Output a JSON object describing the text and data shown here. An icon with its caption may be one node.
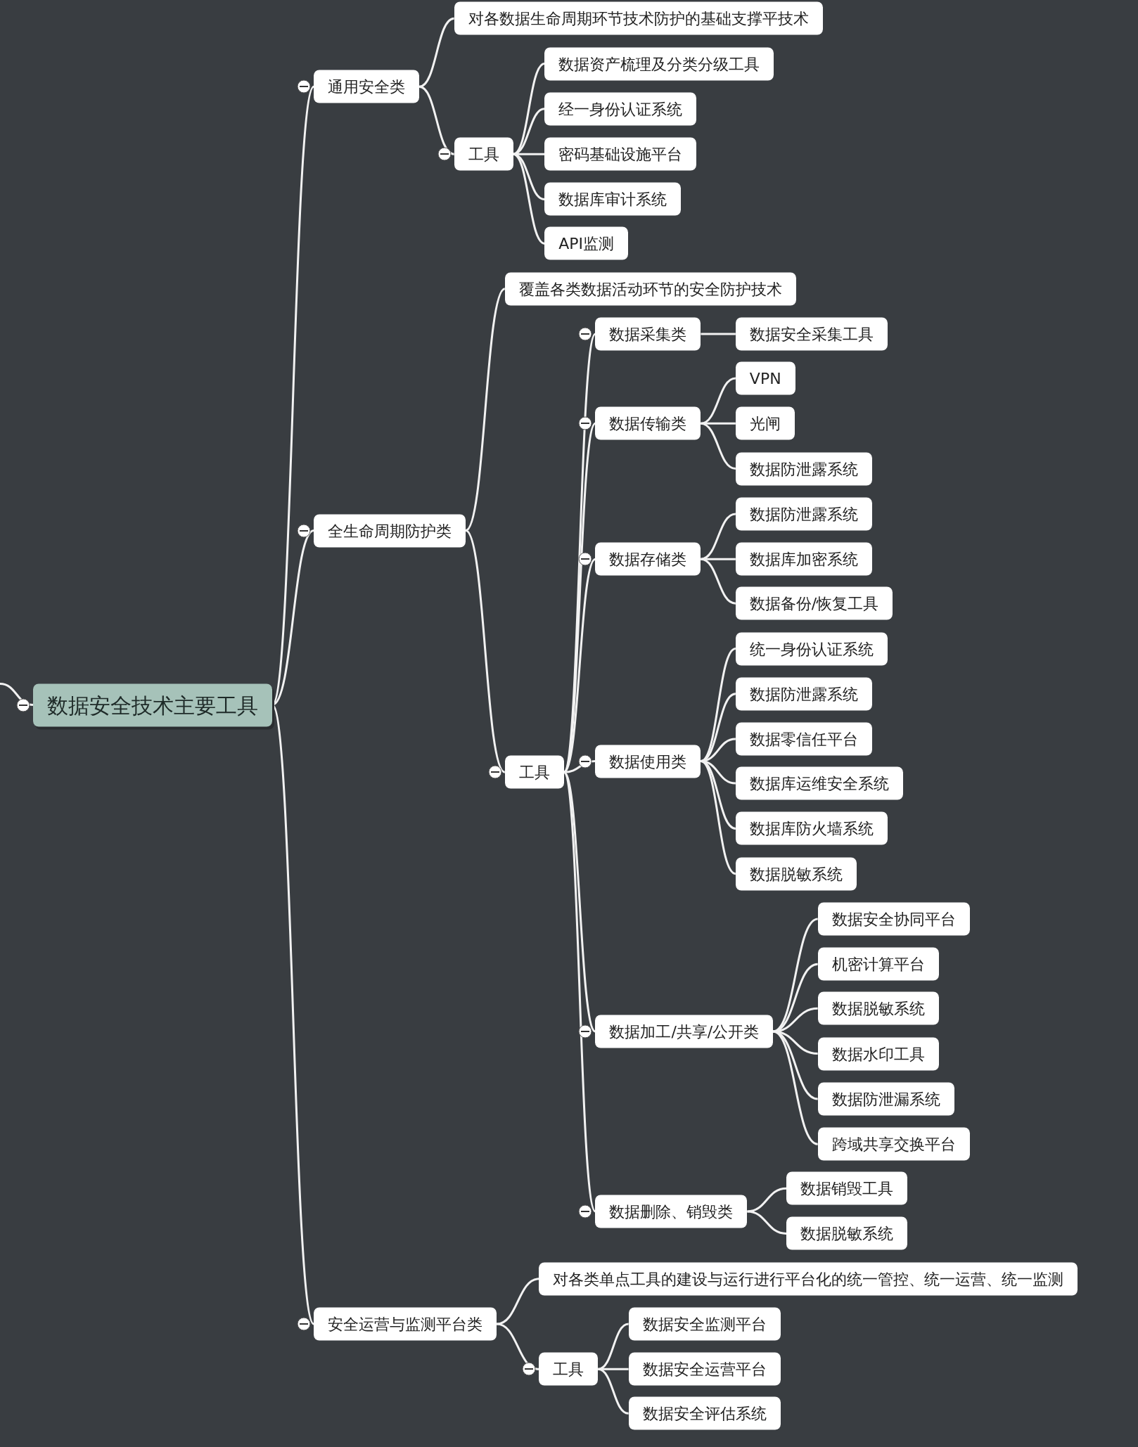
{
  "diagram": {
    "nodes": [
      {
        "text": [
          "数据安全技术主要工具"
        ]
      },
      {
        "text": [
          "通用安全类"
        ]
      },
      {
        "text": [
          "对各数据生命周期环节技术防护的基础支撑平技术"
        ]
      },
      {
        "text": [
          "工具"
        ]
      },
      {
        "text": [
          "数据资产梳理及分类分级工具"
        ]
      },
      {
        "text": [
          "经一身份认证系统"
        ]
      },
      {
        "text": [
          "密码基础设施平台"
        ]
      },
      {
        "text": [
          "数据库审计系统"
        ]
      },
      {
        "text": [
          "API监测"
        ]
      },
      {
        "text": [
          "全生命周期防护类"
        ]
      },
      {
        "text": [
          "覆盖各类数据活动环节的安全防护技术"
        ]
      },
      {
        "text": [
          "工具"
        ]
      },
      {
        "text": [
          "数据采集类"
        ]
      },
      {
        "text": [
          "数据安全采集工具"
        ]
      },
      {
        "text": [
          "数据传输类"
        ]
      },
      {
        "text": [
          "VPN"
        ]
      },
      {
        "text": [
          "光闸"
        ]
      },
      {
        "text": [
          "数据防泄露系统"
        ]
      },
      {
        "text": [
          "数据存储类"
        ]
      },
      {
        "text": [
          "数据防泄露系统"
        ]
      },
      {
        "text": [
          "数据库加密系统"
        ]
      },
      {
        "text": [
          "数据备份/恢复工具"
        ]
      },
      {
        "text": [
          "数据使用类"
        ]
      },
      {
        "text": [
          "统一身份认证系统"
        ]
      },
      {
        "text": [
          "数据防泄露系统"
        ]
      },
      {
        "text": [
          "数据零信任平台"
        ]
      },
      {
        "text": [
          "数据库运维安全系统"
        ]
      },
      {
        "text": [
          "数据库防火墙系统"
        ]
      },
      {
        "text": [
          "数据脱敏系统"
        ]
      },
      {
        "text": [
          "数据加工/共享/公开类"
        ]
      },
      {
        "text": [
          "数据安全协同平台"
        ]
      },
      {
        "text": [
          "机密计算平台"
        ]
      },
      {
        "text": [
          "数据脱敏系统"
        ]
      },
      {
        "text": [
          "数据水印工具"
        ]
      },
      {
        "text": [
          "数据防泄漏系统"
        ]
      },
      {
        "text": [
          "跨域共享交换平台"
        ]
      },
      {
        "text": [
          "数据删除、销毁类"
        ]
      },
      {
        "text": [
          "数据销毁工具"
        ]
      },
      {
        "text": [
          "数据脱敏系统"
        ]
      },
      {
        "text": [
          "安全运营与监测平台类"
        ]
      },
      {
        "text": [
          "对各类单点工具的建设与运行进行平台化的统一管控、统一运营、统一监测"
        ]
      },
      {
        "text": [
          "工具"
        ]
      },
      {
        "text": [
          "数据安全监测平台"
        ]
      },
      {
        "text": [
          "数据安全运营平台"
        ]
      },
      {
        "text": [
          "数据安全评估系统"
        ]
      }
    ],
    "edges": [
      {
        "from": null,
        "to": 0,
        "arrow": "none"
      },
      {
        "from": 0,
        "to": 1,
        "arrow": "none"
      },
      {
        "from": 1,
        "to": 2,
        "arrow": "none"
      },
      {
        "from": 1,
        "to": 3,
        "arrow": "none"
      },
      {
        "from": 3,
        "to": 4,
        "arrow": "none"
      },
      {
        "from": 3,
        "to": 5,
        "arrow": "none"
      },
      {
        "from": 3,
        "to": 6,
        "arrow": "none"
      },
      {
        "from": 3,
        "to": 7,
        "arrow": "none"
      },
      {
        "from": 3,
        "to": 8,
        "arrow": "none"
      },
      {
        "from": 0,
        "to": 9,
        "arrow": "none"
      },
      {
        "from": 9,
        "to": 10,
        "arrow": "none"
      },
      {
        "from": 9,
        "to": 11,
        "arrow": "none"
      },
      {
        "from": 11,
        "to": 12,
        "arrow": "none"
      },
      {
        "from": 12,
        "to": 13,
        "arrow": "none"
      },
      {
        "from": 11,
        "to": 14,
        "arrow": "none"
      },
      {
        "from": 14,
        "to": 15,
        "arrow": "none"
      },
      {
        "from": 14,
        "to": 16,
        "arrow": "none"
      },
      {
        "from": 14,
        "to": 17,
        "arrow": "none"
      },
      {
        "from": 11,
        "to": 18,
        "arrow": "none"
      },
      {
        "from": 18,
        "to": 19,
        "arrow": "none"
      },
      {
        "from": 18,
        "to": 20,
        "arrow": "none"
      },
      {
        "from": 18,
        "to": 21,
        "arrow": "none"
      },
      {
        "from": 11,
        "to": 22,
        "arrow": "none"
      },
      {
        "from": 22,
        "to": 23,
        "arrow": "none"
      },
      {
        "from": 22,
        "to": 24,
        "arrow": "none"
      },
      {
        "from": 22,
        "to": 25,
        "arrow": "none"
      },
      {
        "from": 22,
        "to": 26,
        "arrow": "none"
      },
      {
        "from": 22,
        "to": 27,
        "arrow": "none"
      },
      {
        "from": 22,
        "to": 28,
        "arrow": "none"
      },
      {
        "from": 11,
        "to": 29,
        "arrow": "none"
      },
      {
        "from": 29,
        "to": 30,
        "arrow": "none"
      },
      {
        "from": 29,
        "to": 31,
        "arrow": "none"
      },
      {
        "from": 29,
        "to": 32,
        "arrow": "none"
      },
      {
        "from": 29,
        "to": 33,
        "arrow": "none"
      },
      {
        "from": 29,
        "to": 34,
        "arrow": "none"
      },
      {
        "from": 29,
        "to": 35,
        "arrow": "none"
      },
      {
        "from": 11,
        "to": 36,
        "arrow": "none"
      },
      {
        "from": 36,
        "to": 37,
        "arrow": "none"
      },
      {
        "from": 36,
        "to": 38,
        "arrow": "none"
      },
      {
        "from": 0,
        "to": 39,
        "arrow": "none"
      },
      {
        "from": 39,
        "to": 40,
        "arrow": "none"
      },
      {
        "from": 39,
        "to": 41,
        "arrow": "none"
      },
      {
        "from": 41,
        "to": 42,
        "arrow": "none"
      },
      {
        "from": 41,
        "to": 43,
        "arrow": "none"
      },
      {
        "from": 41,
        "to": 44,
        "arrow": "none"
      }
    ]
  }
}
